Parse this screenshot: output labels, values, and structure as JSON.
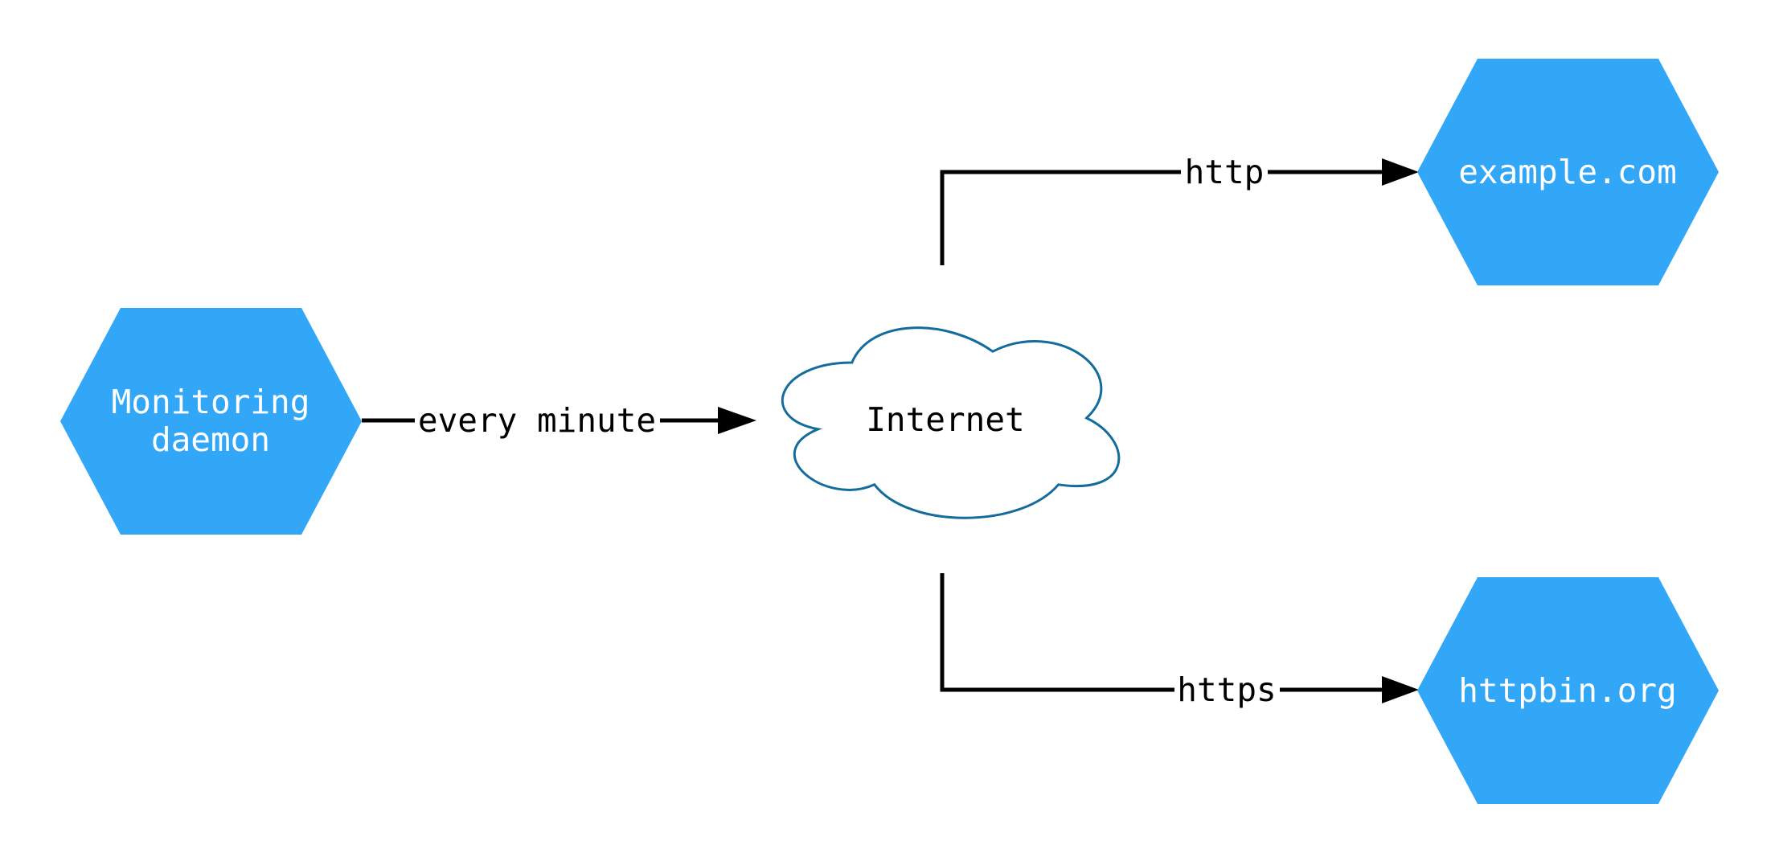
{
  "diagram": {
    "colors": {
      "background": "#ffffff",
      "node_fill": "#33a7f7",
      "node_text": "#ffffff",
      "cloud_fill": "#ffffff",
      "cloud_stroke": "#146c9c",
      "edge": "#000000",
      "edge_label_text": "#000000"
    },
    "nodes": {
      "monitoring_daemon": {
        "label": "Monitoring daemon",
        "label_lines": [
          "Monitoring",
          "daemon"
        ]
      },
      "internet": {
        "label": "Internet"
      },
      "example_com": {
        "label": "example.com"
      },
      "httpbin_org": {
        "label": "httpbin.org"
      }
    },
    "edges": {
      "monitoring_to_internet": {
        "label": "every minute"
      },
      "internet_to_example": {
        "label": "http"
      },
      "internet_to_httpbin": {
        "label": "https"
      }
    }
  }
}
